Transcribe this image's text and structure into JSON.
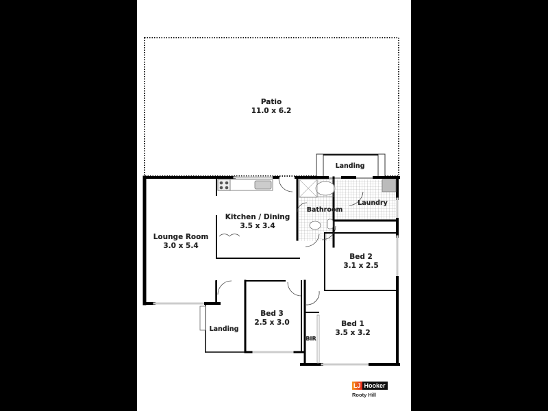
{
  "plan": {
    "rooms": [
      {
        "id": "patio",
        "name": "Patio",
        "size": "11.0 x 6.2"
      },
      {
        "id": "landing-rear",
        "name": "Landing",
        "size": ""
      },
      {
        "id": "laundry",
        "name": "Laundry",
        "size": ""
      },
      {
        "id": "bathroom",
        "name": "Bathroom",
        "size": ""
      },
      {
        "id": "kitchen",
        "name": "Kitchen / Dining",
        "size": "3.5 x 3.4"
      },
      {
        "id": "lounge",
        "name": "Lounge Room",
        "size": "3.0 x 5.4"
      },
      {
        "id": "bed2",
        "name": "Bed 2",
        "size": "3.1 x 2.5"
      },
      {
        "id": "bed3",
        "name": "Bed 3",
        "size": "2.5 x 3.0"
      },
      {
        "id": "bed1",
        "name": "Bed 1",
        "size": "3.5 x 3.2"
      },
      {
        "id": "landing-front",
        "name": "Landing",
        "size": ""
      },
      {
        "id": "bir",
        "name": "BIR",
        "size": ""
      }
    ]
  },
  "branding": {
    "logo_prefix": "LJ",
    "logo_name": "Hooker",
    "office": "Rooty Hill",
    "colors": {
      "orange": "#f7941d",
      "red": "#e0251b",
      "dark": "#111111"
    }
  }
}
